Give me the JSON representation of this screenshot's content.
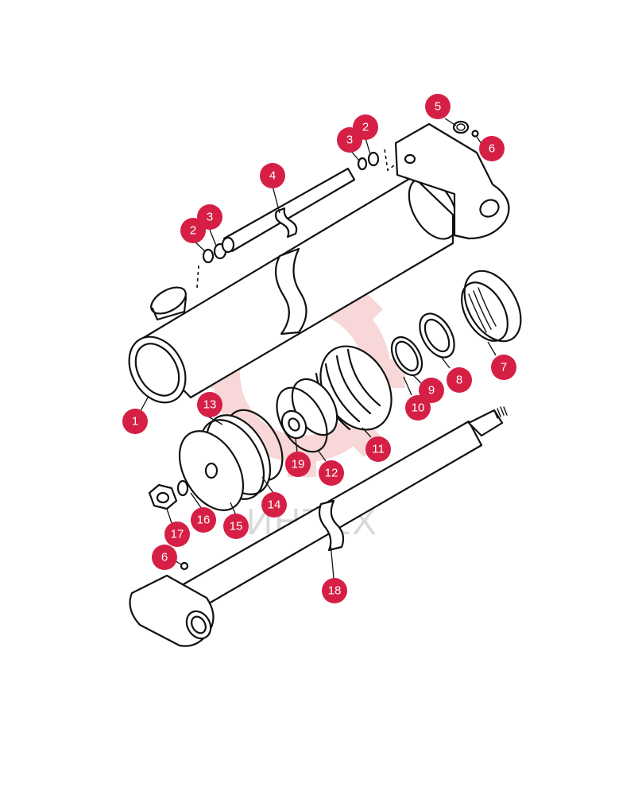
{
  "colors": {
    "callout": "#d61f45",
    "callout_text": "#ffffff",
    "line": "#111111",
    "watermark_gear": "#f2b8b8",
    "watermark_text": "#d9d9d9"
  },
  "watermark": {
    "text": "ИНТЕХ"
  },
  "callouts": [
    {
      "id": "c5",
      "label": "5"
    },
    {
      "id": "c6a",
      "label": "6"
    },
    {
      "id": "c2a",
      "label": "2"
    },
    {
      "id": "c3a",
      "label": "3"
    },
    {
      "id": "c4",
      "label": "4"
    },
    {
      "id": "c3b",
      "label": "3"
    },
    {
      "id": "c2b",
      "label": "2"
    },
    {
      "id": "c7",
      "label": "7"
    },
    {
      "id": "c8",
      "label": "8"
    },
    {
      "id": "c9",
      "label": "9"
    },
    {
      "id": "c10",
      "label": "10"
    },
    {
      "id": "c1",
      "label": "1"
    },
    {
      "id": "c13",
      "label": "13"
    },
    {
      "id": "c11",
      "label": "11"
    },
    {
      "id": "c19",
      "label": "19"
    },
    {
      "id": "c12",
      "label": "12"
    },
    {
      "id": "c14",
      "label": "14"
    },
    {
      "id": "c16",
      "label": "16"
    },
    {
      "id": "c15",
      "label": "15"
    },
    {
      "id": "c17",
      "label": "17"
    },
    {
      "id": "c6b",
      "label": "6"
    },
    {
      "id": "c18",
      "label": "18"
    }
  ]
}
